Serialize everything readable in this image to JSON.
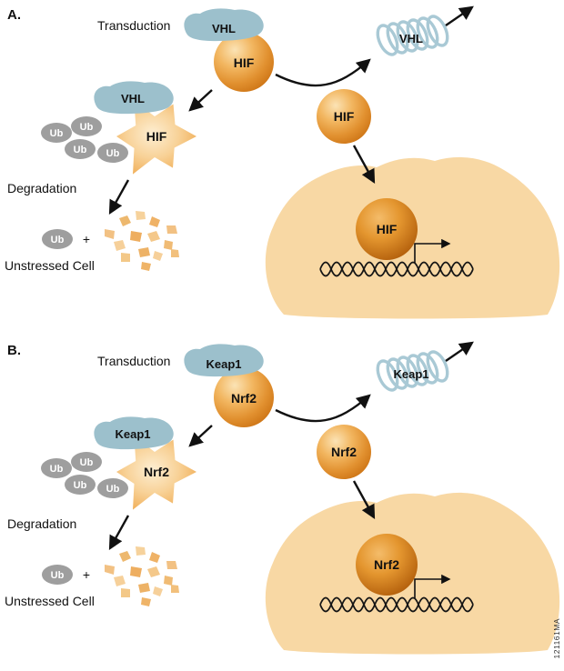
{
  "figure": {
    "side_label": "121161MA"
  },
  "colors": {
    "sphere_orange": "#e1902f",
    "sphere_orange_dark": "#b05c0a",
    "chaperone_blue": "#9cc0cc",
    "coil_blue": "#a9c9d5",
    "cell_tan": "#f8d8a4",
    "ubiquitin_gray": "#9e9e9e",
    "arrow_black": "#111111"
  },
  "panels": [
    {
      "label": "A.",
      "transduction_label": "Transduction",
      "chaperone": "VHL",
      "protein": "HIF",
      "ub": "Ub",
      "plus": "+",
      "degradation_label": "Degradation",
      "unstressed_label": "Unstressed Cell"
    },
    {
      "label": "B.",
      "transduction_label": "Transduction",
      "chaperone": "Keap1",
      "protein": "Nrf2",
      "ub": "Ub",
      "plus": "+",
      "degradation_label": "Degradation",
      "unstressed_label": "Unstressed Cell"
    }
  ]
}
